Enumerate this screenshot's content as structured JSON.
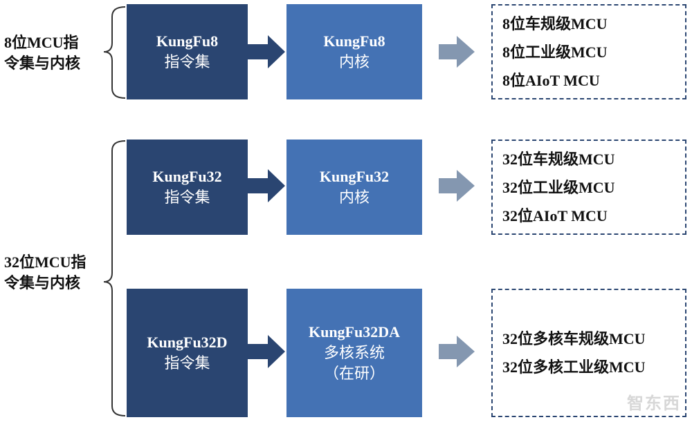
{
  "groups": [
    {
      "label_line1": "8位MCU指",
      "label_line2": "令集与内核",
      "rows": [
        {
          "isa": {
            "line1": "KungFu8",
            "line2": "指令集"
          },
          "core": {
            "line1": "KungFu8",
            "line2": "内核"
          },
          "products": [
            "8位车规级MCU",
            "8位工业级MCU",
            "8位AIoT MCU"
          ]
        }
      ]
    },
    {
      "label_line1": "32位MCU指",
      "label_line2": "令集与内核",
      "rows": [
        {
          "isa": {
            "line1": "KungFu32",
            "line2": "指令集"
          },
          "core": {
            "line1": "KungFu32",
            "line2": "内核"
          },
          "products": [
            "32位车规级MCU",
            "32位工业级MCU",
            "32位AIoT MCU"
          ]
        },
        {
          "isa": {
            "line1": "KungFu32D",
            "line2": "指令集"
          },
          "core": {
            "line1": "KungFu32DA",
            "line2": "多核系统",
            "line3": "（在研）"
          },
          "products": [
            "32位多核车规级MCU",
            "32位多核工业级MCU"
          ]
        }
      ]
    }
  ],
  "watermark": "智东西",
  "colors": {
    "dark_box": "#2a4571",
    "mid_box": "#4472b4",
    "arrow": "#2a4571",
    "gray_arrow": "#8497b0"
  }
}
